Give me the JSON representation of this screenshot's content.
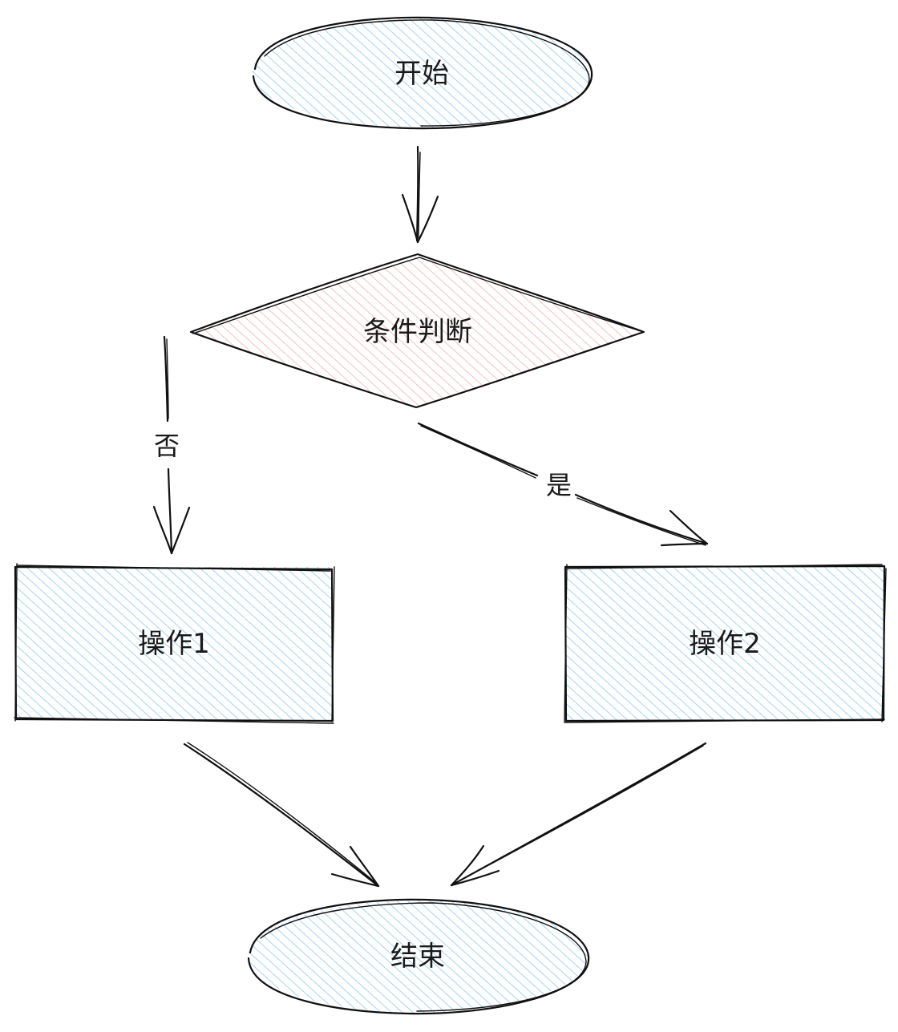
{
  "colors": {
    "start_end_fill": "#a5d8ff",
    "decision_fill": "#ffc9c9",
    "process_fill": "#a5d8ff",
    "stroke": "#111111"
  },
  "nodes": {
    "start": {
      "label": "开始",
      "shape": "ellipse"
    },
    "decision": {
      "label": "条件判断",
      "shape": "diamond"
    },
    "op1": {
      "label": "操作1",
      "shape": "rectangle"
    },
    "op2": {
      "label": "操作2",
      "shape": "rectangle"
    },
    "end": {
      "label": "结束",
      "shape": "ellipse"
    }
  },
  "edges": {
    "no": {
      "from": "decision",
      "to": "op1",
      "label": "否"
    },
    "yes": {
      "from": "decision",
      "to": "op2",
      "label": "是"
    },
    "start_to_decision": {
      "from": "start",
      "to": "decision"
    },
    "op1_to_end": {
      "from": "op1",
      "to": "end"
    },
    "op2_to_end": {
      "from": "op2",
      "to": "end"
    }
  }
}
